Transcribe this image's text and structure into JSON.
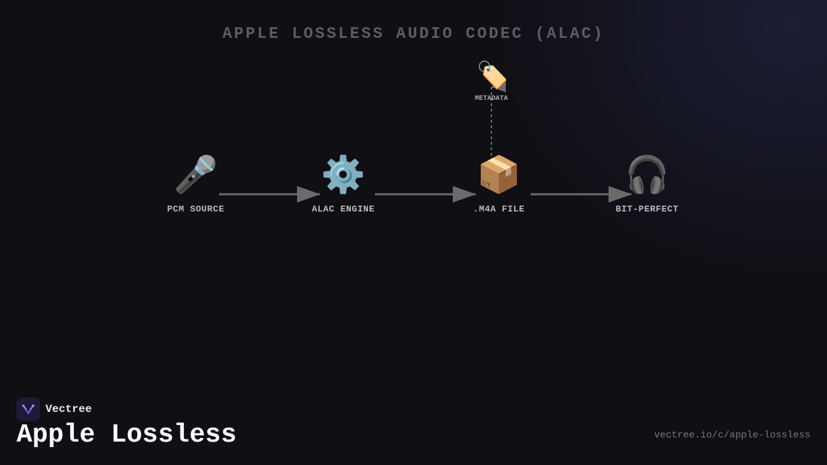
{
  "diagram": {
    "title": "APPLE LOSSLESS AUDIO CODEC (ALAC)",
    "nodes": [
      {
        "id": "pcm",
        "label": "PCM SOURCE",
        "icon": "🎤",
        "icon_name": "microphone-icon"
      },
      {
        "id": "engine",
        "label": "ALAC ENGINE",
        "icon": "⚙️",
        "icon_name": "gear-icon"
      },
      {
        "id": "m4a",
        "label": ".M4A FILE",
        "icon": "📦",
        "icon_name": "package-icon"
      },
      {
        "id": "out",
        "label": "BIT-PERFECT",
        "icon": "🎧",
        "icon_name": "headphones-icon"
      }
    ],
    "side_node": {
      "id": "metadata",
      "label": "METADATA",
      "icon": "🏷️",
      "icon_name": "tag-icon"
    },
    "edges": [
      {
        "from": "pcm",
        "to": "engine",
        "style": "solid"
      },
      {
        "from": "engine",
        "to": "m4a",
        "style": "solid"
      },
      {
        "from": "m4a",
        "to": "out",
        "style": "solid"
      },
      {
        "from": "m4a",
        "to": "metadata",
        "style": "dashed"
      }
    ]
  },
  "footer": {
    "brand_name": "Vectree",
    "heading": "Apple Lossless",
    "url": "vectree.io/c/apple-lossless"
  },
  "colors": {
    "background": "#0f0f14",
    "arrow": "#6b6b6b",
    "logo_bg": "#1e1b3a",
    "logo_accent": "#8b5cf6"
  }
}
